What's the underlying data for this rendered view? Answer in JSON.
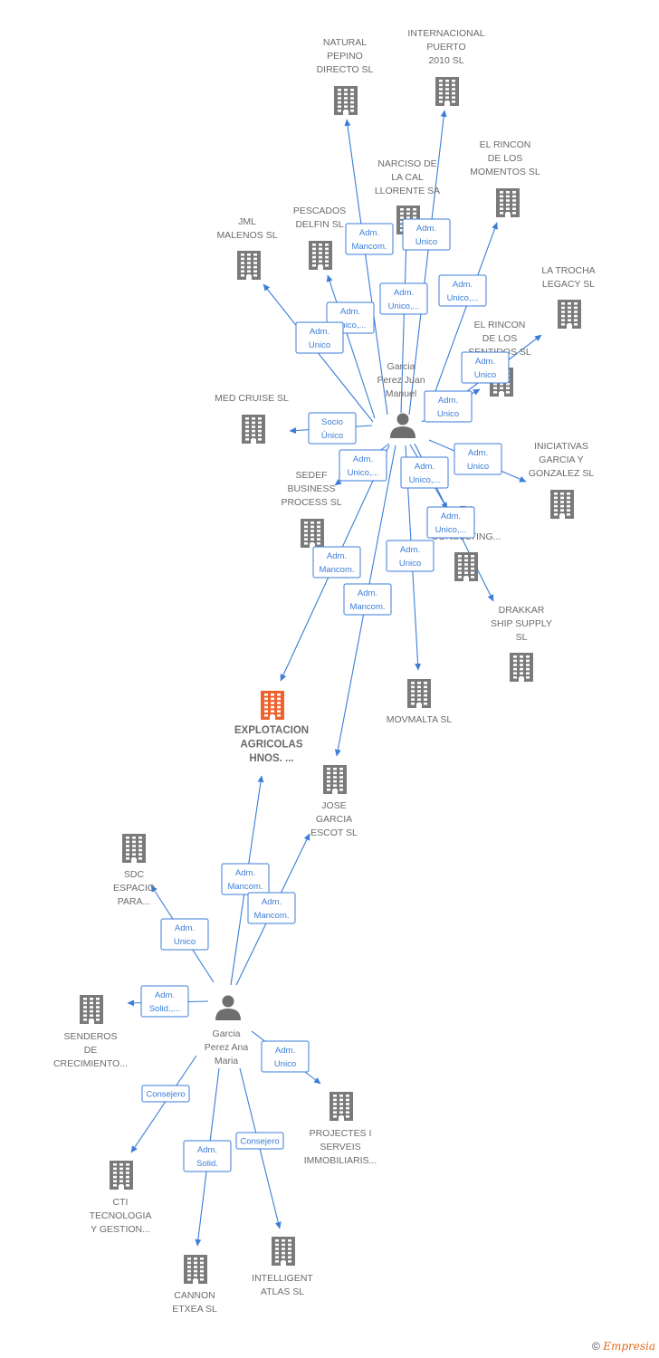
{
  "colors": {
    "edge": "#3b7dd8",
    "company": "#7a7a7a",
    "highlight": "#f0622d",
    "person": "#6e6e6e"
  },
  "people": [
    {
      "id": "p1",
      "lines": [
        "Garcia",
        "Perez Juan",
        "Manuel"
      ]
    },
    {
      "id": "p2",
      "lines": [
        "Garcia",
        "Perez Ana",
        "Maria"
      ]
    }
  ],
  "companies": [
    {
      "id": "natural",
      "lines": [
        "NATURAL",
        "PEPINO",
        "DIRECTO SL"
      ]
    },
    {
      "id": "internacional",
      "lines": [
        "INTERNACIONAL",
        "PUERTO",
        "2010 SL"
      ]
    },
    {
      "id": "narciso",
      "lines": [
        "NARCISO DE",
        "LA CAL",
        "LLORENTE SA"
      ]
    },
    {
      "id": "rincon_momentos",
      "lines": [
        "EL RINCON",
        "DE LOS",
        "MOMENTOS SL"
      ]
    },
    {
      "id": "pescados",
      "lines": [
        "PESCADOS",
        "DELFIN  SL"
      ]
    },
    {
      "id": "jml",
      "lines": [
        "JML",
        "MALENOS  SL"
      ]
    },
    {
      "id": "trocha",
      "lines": [
        "LA TROCHA",
        "LEGACY  SL"
      ]
    },
    {
      "id": "rincon_sentidos",
      "lines": [
        "EL RINCON",
        "DE LOS",
        "SENTIDOS SL"
      ]
    },
    {
      "id": "medcruise",
      "lines": [
        "MED CRUISE  SL"
      ]
    },
    {
      "id": "iniciativas",
      "lines": [
        "INICIATIVAS",
        "GARCIA Y",
        "GONZALEZ  SL"
      ]
    },
    {
      "id": "sedef",
      "lines": [
        "SEDEF",
        "BUSINESS",
        "PROCESS  SL"
      ]
    },
    {
      "id": "therapy",
      "lines": [
        "TH",
        "APY",
        "CONSULTING..."
      ]
    },
    {
      "id": "drakkar",
      "lines": [
        "DRAKKAR",
        "SHIP SUPPLY",
        "SL"
      ]
    },
    {
      "id": "explotacion",
      "lines": [
        "EXPLOTACION",
        "AGRICOLAS",
        "HNOS. ..."
      ],
      "highlight": true
    },
    {
      "id": "movmalta",
      "lines": [
        "MOVMALTA  SL"
      ]
    },
    {
      "id": "jose",
      "lines": [
        "JOSE",
        "GARCIA",
        "ESCOT  SL"
      ]
    },
    {
      "id": "sdc",
      "lines": [
        "SDC",
        "ESPACIO",
        "PARA..."
      ]
    },
    {
      "id": "senderos",
      "lines": [
        "SENDEROS",
        "DE",
        "CRECIMIENTO..."
      ]
    },
    {
      "id": "projectes",
      "lines": [
        "PROJECTES I",
        "SERVEIS",
        "IMMOBILIARIS..."
      ]
    },
    {
      "id": "cti",
      "lines": [
        "CTI",
        "TECNOLOGIA",
        "Y GESTION..."
      ]
    },
    {
      "id": "cannon",
      "lines": [
        "CANNON",
        "ETXEA  SL"
      ]
    },
    {
      "id": "intelligent",
      "lines": [
        "INTELLIGENT",
        "ATLAS SL"
      ]
    }
  ],
  "edges": [
    {
      "from": "p1",
      "to": "natural",
      "lines": [
        "Adm.",
        "Mancom."
      ]
    },
    {
      "from": "p1",
      "to": "internacional",
      "lines": [
        "Adm.",
        "Unico"
      ]
    },
    {
      "from": "p1",
      "to": "narciso",
      "lines": [
        "Adm.",
        "Unico,..."
      ]
    },
    {
      "from": "p1",
      "to": "rincon_momentos",
      "lines": [
        "Adm.",
        "Unico,..."
      ]
    },
    {
      "from": "p1",
      "to": "pescados",
      "lines": [
        "Adm.",
        "Unico,..."
      ]
    },
    {
      "from": "p1",
      "to": "jml",
      "lines": [
        "Adm.",
        "Unico"
      ]
    },
    {
      "from": "p1",
      "to": "trocha",
      "lines": [
        "Adm.",
        "Unico"
      ]
    },
    {
      "from": "p1",
      "to": "rincon_sentidos",
      "lines": [
        "Adm.",
        "Unico"
      ]
    },
    {
      "from": "p1",
      "to": "medcruise",
      "lines": [
        "Socio",
        "Único"
      ]
    },
    {
      "from": "p1",
      "to": "iniciativas",
      "lines": [
        "Adm.",
        "Unico"
      ]
    },
    {
      "from": "p1",
      "to": "sedef",
      "lines": [
        "Adm.",
        "Unico,..."
      ]
    },
    {
      "from": "p1",
      "to": "therapy",
      "lines": [
        "Adm.",
        "Unico,..."
      ]
    },
    {
      "from": "p1",
      "to": "drakkar",
      "lines": [
        "Adm.",
        "Unico,..."
      ]
    },
    {
      "from": "p1",
      "to": "explotacion",
      "lines": [
        "Adm.",
        "Mancom."
      ]
    },
    {
      "from": "p1",
      "to": "movmalta",
      "lines": [
        "Adm.",
        "Unico"
      ]
    },
    {
      "from": "p1",
      "to": "jose",
      "lines": [
        "Adm.",
        "Mancom."
      ]
    },
    {
      "from": "p2",
      "to": "explotacion",
      "lines": [
        "Adm.",
        "Mancom."
      ]
    },
    {
      "from": "p2",
      "to": "jose",
      "lines": [
        "Adm.",
        "Mancom."
      ]
    },
    {
      "from": "p2",
      "to": "sdc",
      "lines": [
        "Adm.",
        "Unico"
      ]
    },
    {
      "from": "p2",
      "to": "senderos",
      "lines": [
        "Adm.",
        "Solid.,..."
      ]
    },
    {
      "from": "p2",
      "to": "projectes",
      "lines": [
        "Adm.",
        "Unico"
      ]
    },
    {
      "from": "p2",
      "to": "cti",
      "lines": [
        "Consejero"
      ]
    },
    {
      "from": "p2",
      "to": "cannon",
      "lines": [
        "Adm.",
        "Solid."
      ]
    },
    {
      "from": "p2",
      "to": "intelligent",
      "lines": [
        "Consejero"
      ]
    }
  ],
  "footer": {
    "copyright": "©",
    "brand": "Empresia"
  }
}
